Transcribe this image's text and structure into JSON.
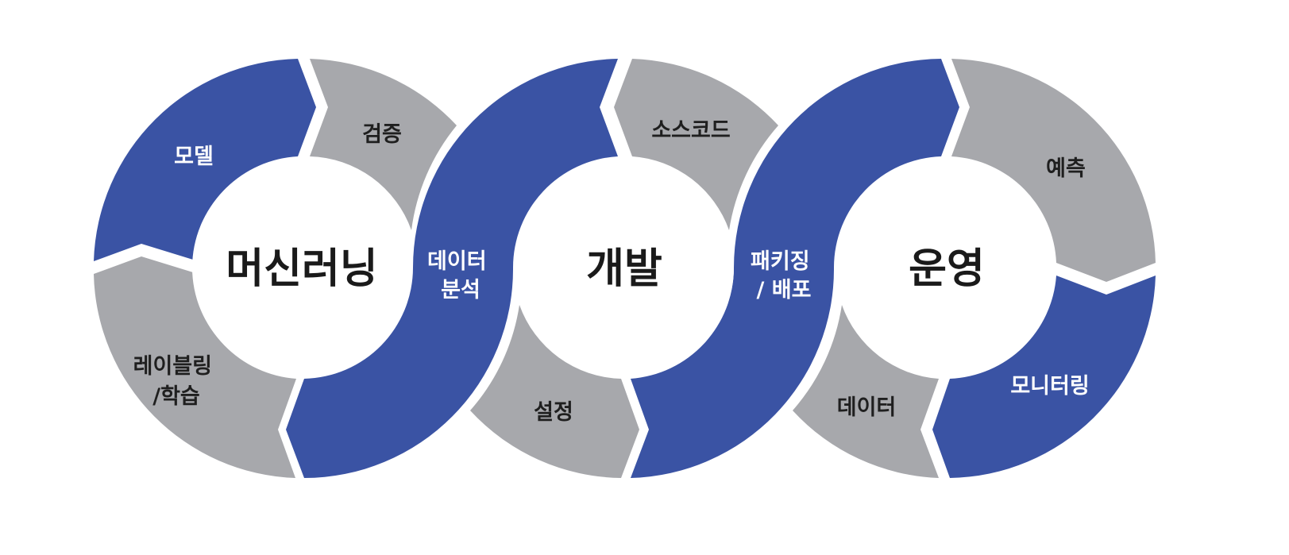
{
  "colors": {
    "blue": "#3a53a4",
    "gray": "#a7a8ac",
    "hub": "#ffffff",
    "dark_text": "#1f1f1f",
    "light_text": "#ffffff"
  },
  "cycles": [
    {
      "title": "머신러닝",
      "segments": [
        {
          "id": "model",
          "label": [
            "모델"
          ],
          "color": "blue"
        },
        {
          "id": "validation",
          "label": [
            "검증"
          ],
          "color": "gray"
        },
        {
          "id": "labeling",
          "label": [
            "레이블링",
            "/학습"
          ],
          "color": "gray"
        }
      ]
    },
    {
      "title": "개발",
      "segments": [
        {
          "id": "source-code",
          "label": [
            "소스코드"
          ],
          "color": "gray"
        },
        {
          "id": "setup",
          "label": [
            "설정"
          ],
          "color": "gray"
        }
      ]
    },
    {
      "title": "운영",
      "segments": [
        {
          "id": "prediction",
          "label": [
            "예측"
          ],
          "color": "gray"
        },
        {
          "id": "monitoring",
          "label": [
            "모니터링"
          ],
          "color": "blue"
        },
        {
          "id": "data",
          "label": [
            "데이터"
          ],
          "color": "gray"
        }
      ]
    }
  ],
  "connectors": [
    {
      "id": "data-analysis",
      "label": [
        "데이터",
        "분석"
      ],
      "color": "blue"
    },
    {
      "id": "packaging",
      "label": [
        "패키징",
        "/ 배포"
      ],
      "color": "blue"
    }
  ]
}
